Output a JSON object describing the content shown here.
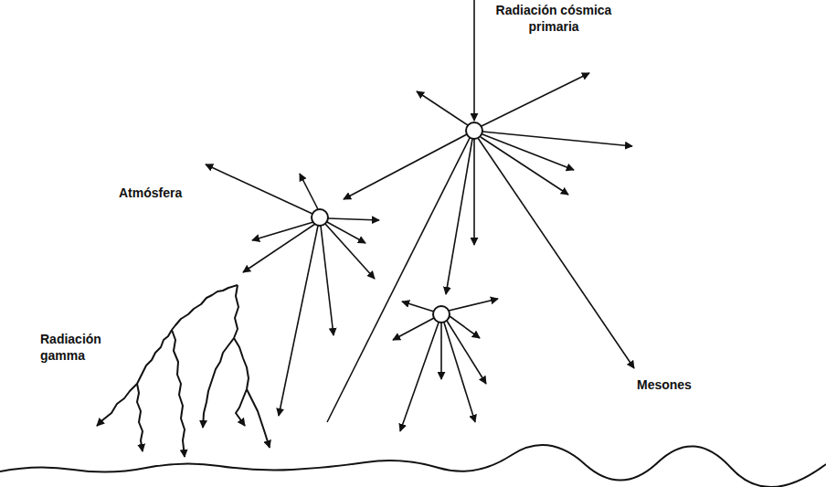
{
  "diagram": {
    "labels": [
      "Radiación cósmica primaria",
      "Atmósfera",
      "Radiación gamma",
      "Mesones"
    ]
  }
}
